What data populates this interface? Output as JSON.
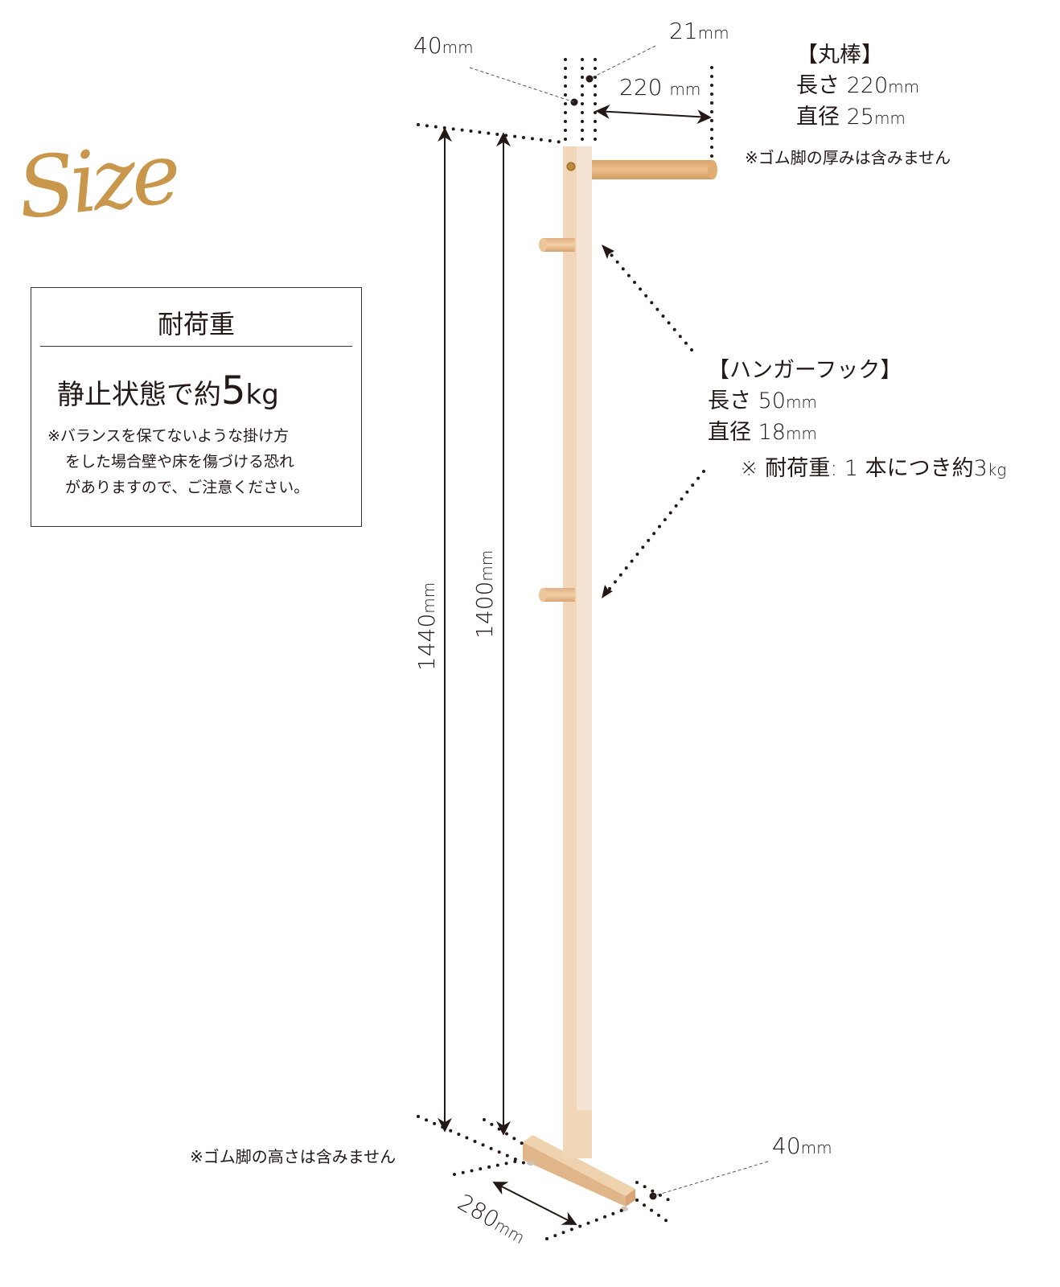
{
  "logo": {
    "text": "Size",
    "color": "#c9974b"
  },
  "load_box": {
    "title": "耐荷重",
    "main_prefix": "静止状態で約",
    "main_value": "5",
    "main_unit": "kg",
    "note_lines": [
      "※バランスを保てないような掛け方",
      "をした場合壁や床を傷づける恐れ",
      "がありますので、ご注意ください。"
    ]
  },
  "dimensions": {
    "top_post_width": {
      "value": "40",
      "unit": "mm"
    },
    "top_post_depth": {
      "value": "21",
      "unit": "mm"
    },
    "bar_length": {
      "value": "220 ",
      "unit": "mm"
    },
    "total_height": {
      "value": "1440",
      "unit": "mm"
    },
    "post_height": {
      "value": "1400",
      "unit": "mm"
    },
    "base_length": {
      "value": "280",
      "unit": "mm"
    },
    "base_width": {
      "value": "40",
      "unit": "mm"
    }
  },
  "round_bar_spec": {
    "title": "【丸棒】",
    "length_label": "長さ",
    "length_value": "220",
    "diameter_label": "直径",
    "diameter_value": "25",
    "unit": "mm",
    "note": "※ゴム脚の厚みは含みません"
  },
  "hook_spec": {
    "title": "【ハンガーフック】",
    "length_label": "長さ",
    "length_value": "50",
    "diameter_label": "直径",
    "diameter_value": "18",
    "unit": "mm",
    "load_note": "※ 耐荷重: 1 本につき約3",
    "load_unit": "kg"
  },
  "base_note": "※ゴム脚の高さは含みません",
  "colors": {
    "wood_light": "#f3dcc3",
    "wood_side": "#f6e6d6",
    "bar_wood": "#e6b57e",
    "ink": "#231815",
    "gold": "#c9974b"
  }
}
